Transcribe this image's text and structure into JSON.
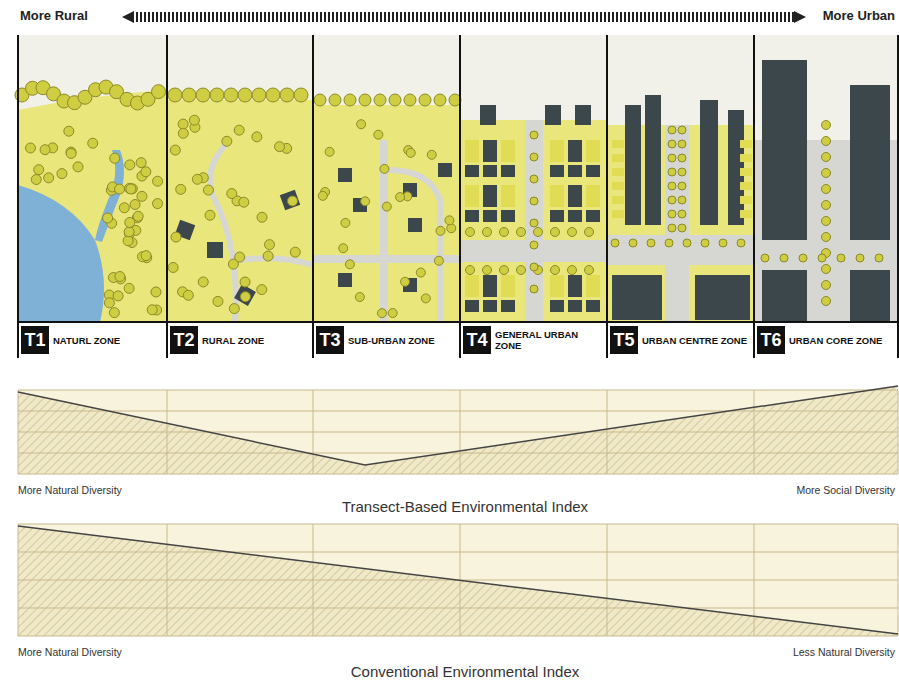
{
  "diagram": {
    "nodes": [
      {
        "text": [
          "T1",
          "NATURL ZONE"
        ]
      },
      {
        "text": [
          "T2",
          "RURAL ZONE"
        ]
      },
      {
        "text": [
          "T3",
          "SUB-URBAN ZONE"
        ]
      },
      {
        "text": [
          "T4",
          "GENERAL URBAN ZONE"
        ]
      },
      {
        "text": [
          "T5",
          "URBAN CENTRE ZONE"
        ]
      },
      {
        "text": [
          "T6",
          "URBAN CORE ZONE"
        ]
      }
    ],
    "labels": [
      "More Rural",
      "More Urban",
      "More Natural Diversity",
      "Transect-Based Environmental Index",
      "More Social Diversity",
      "More Natural Diversity",
      "Conventional Environmental Index",
      "Less Natural Diversity"
    ]
  }
}
